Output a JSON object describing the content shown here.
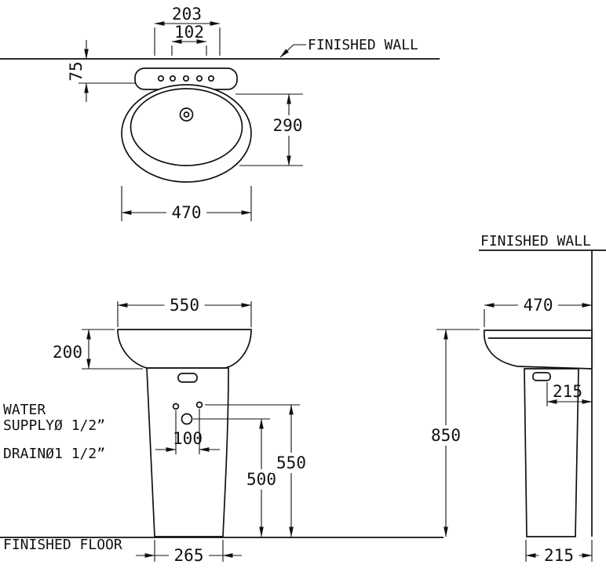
{
  "colors": {
    "line": "#111111",
    "background": "#ffffff"
  },
  "labels": {
    "finished_wall_top": "FINISHED WALL",
    "finished_wall_side": "FINISHED WALL",
    "finished_floor": "FINISHED FLOOR",
    "water_supply_line1": "WATER",
    "water_supply_line2": "SUPPLYØ 1/2”",
    "drain": "DRAINØ1 1/2”"
  },
  "top_view": {
    "faucet_hole_spacing_outer": "203",
    "faucet_hole_spacing_inner": "102",
    "wall_offset": "75",
    "basin_depth": "290",
    "basin_width": "470"
  },
  "front_view": {
    "basin_width": "550",
    "basin_height": "200",
    "supply_spacing": "100",
    "drain_height": "500",
    "supply_height": "550",
    "pedestal_base_width": "265"
  },
  "side_view": {
    "basin_depth": "470",
    "rim_height": "850",
    "drain_wall_offset": "215",
    "pedestal_base_depth": "215"
  }
}
